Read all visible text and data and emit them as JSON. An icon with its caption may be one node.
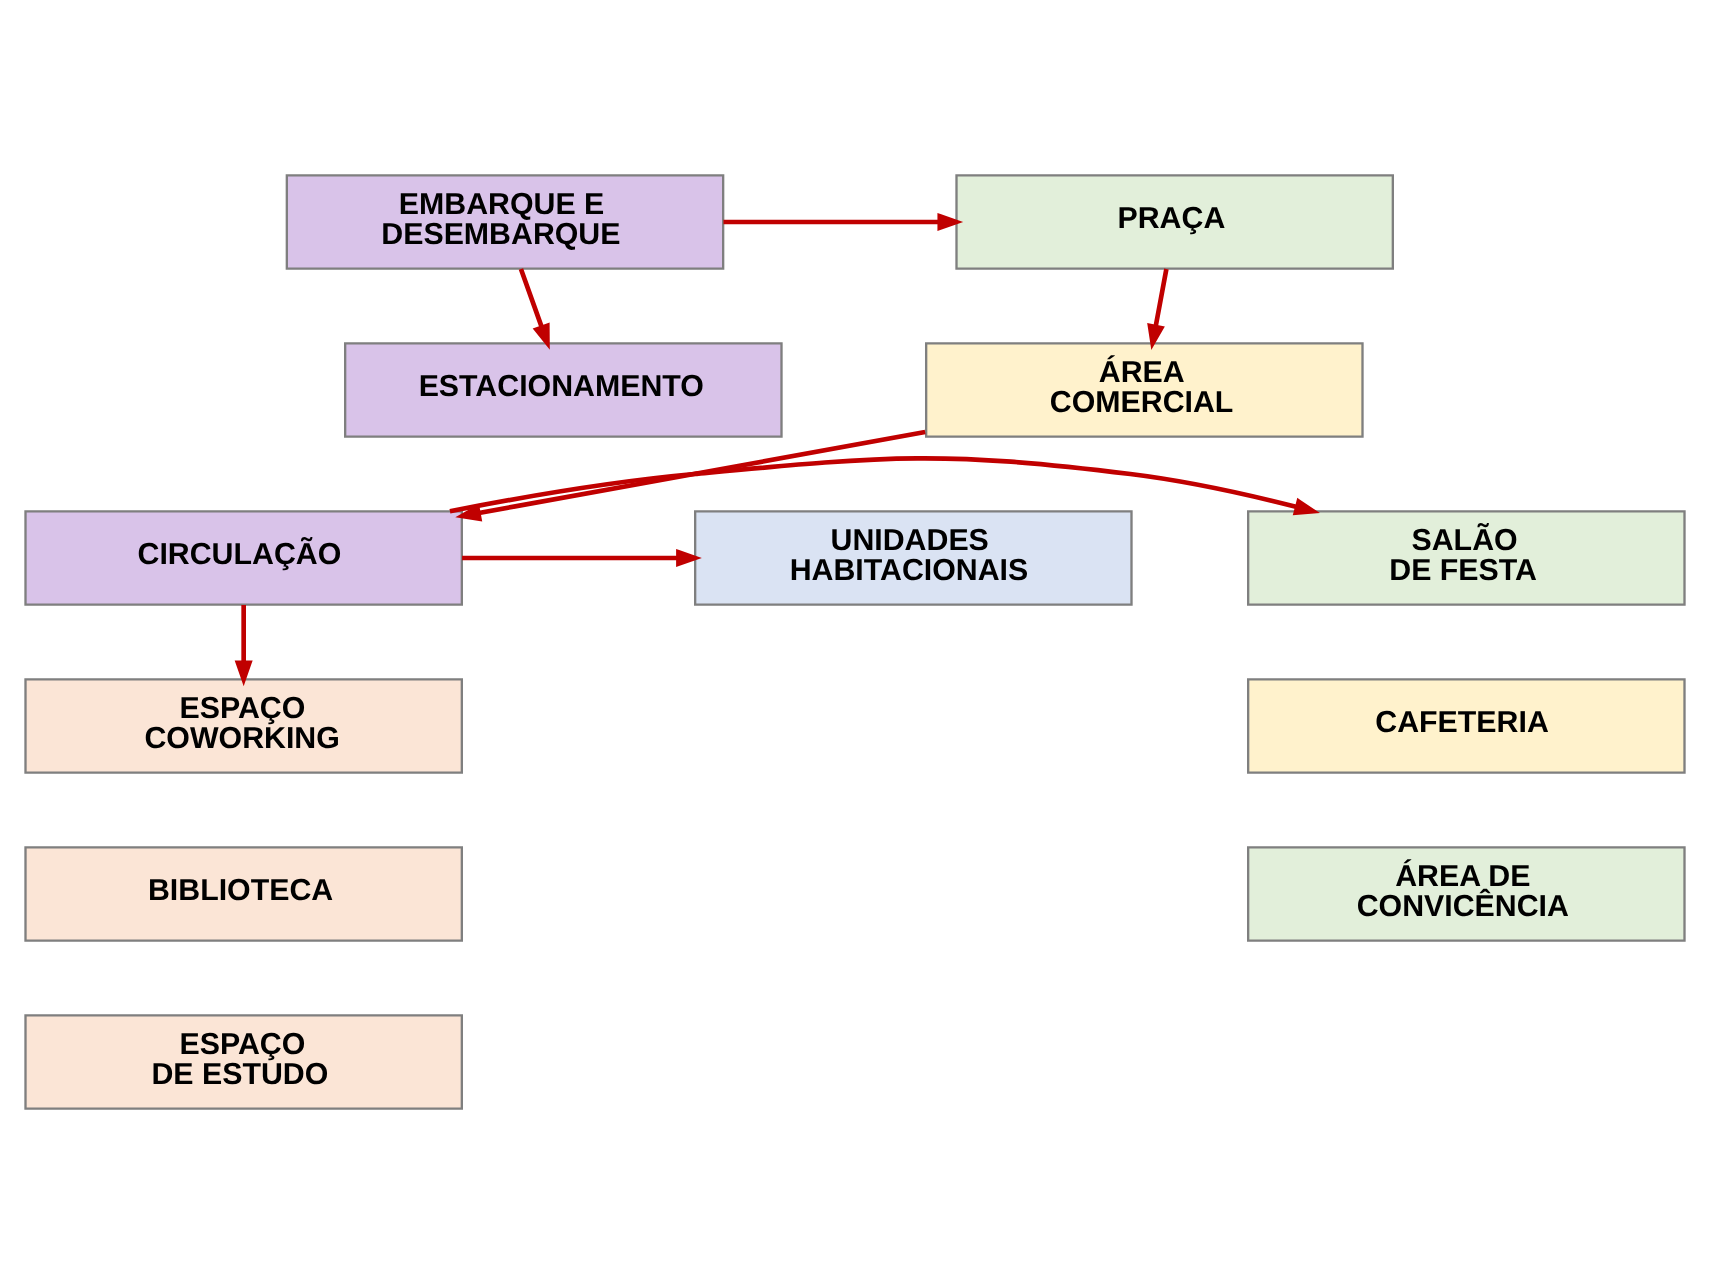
{
  "diagram": {
    "nodes": [
      {
        "text": [
          "EMBARQUE E DESEMBARQUE"
        ]
      },
      {
        "text": [
          "ESTACIONAMENTO"
        ]
      },
      {
        "text": [
          "PRAÇA"
        ]
      },
      {
        "text": [
          "ÁREA COMERCIAL"
        ]
      },
      {
        "text": [
          "SALÃO DE FESTA"
        ]
      },
      {
        "text": [
          "CIRCULAÇÃO"
        ]
      },
      {
        "text": [
          "UNIDADES HABITACIONAIS"
        ]
      },
      {
        "text": [
          "CAFETERIA"
        ]
      },
      {
        "text": [
          "ÁREA DE CONVICÊNCIA"
        ]
      },
      {
        "text": [
          "ESPAÇO COWORKING"
        ]
      },
      {
        "text": [
          "BIBLIOTECA"
        ]
      },
      {
        "text": [
          "ESPAÇO DE ESTUDO"
        ]
      }
    ],
    "edges": [
      {
        "from": 0,
        "to": 1,
        "arrow": "to"
      },
      {
        "from": 0,
        "to": 2,
        "arrow": "to"
      },
      {
        "from": 2,
        "to": 3,
        "arrow": "to"
      },
      {
        "from": 3,
        "to": 5,
        "arrow": "to"
      },
      {
        "from": 5,
        "to": 4,
        "arrow": "to"
      },
      {
        "from": 5,
        "to": 6,
        "arrow": "to"
      },
      {
        "from": 5,
        "to": 9,
        "arrow": "to"
      }
    ]
  }
}
